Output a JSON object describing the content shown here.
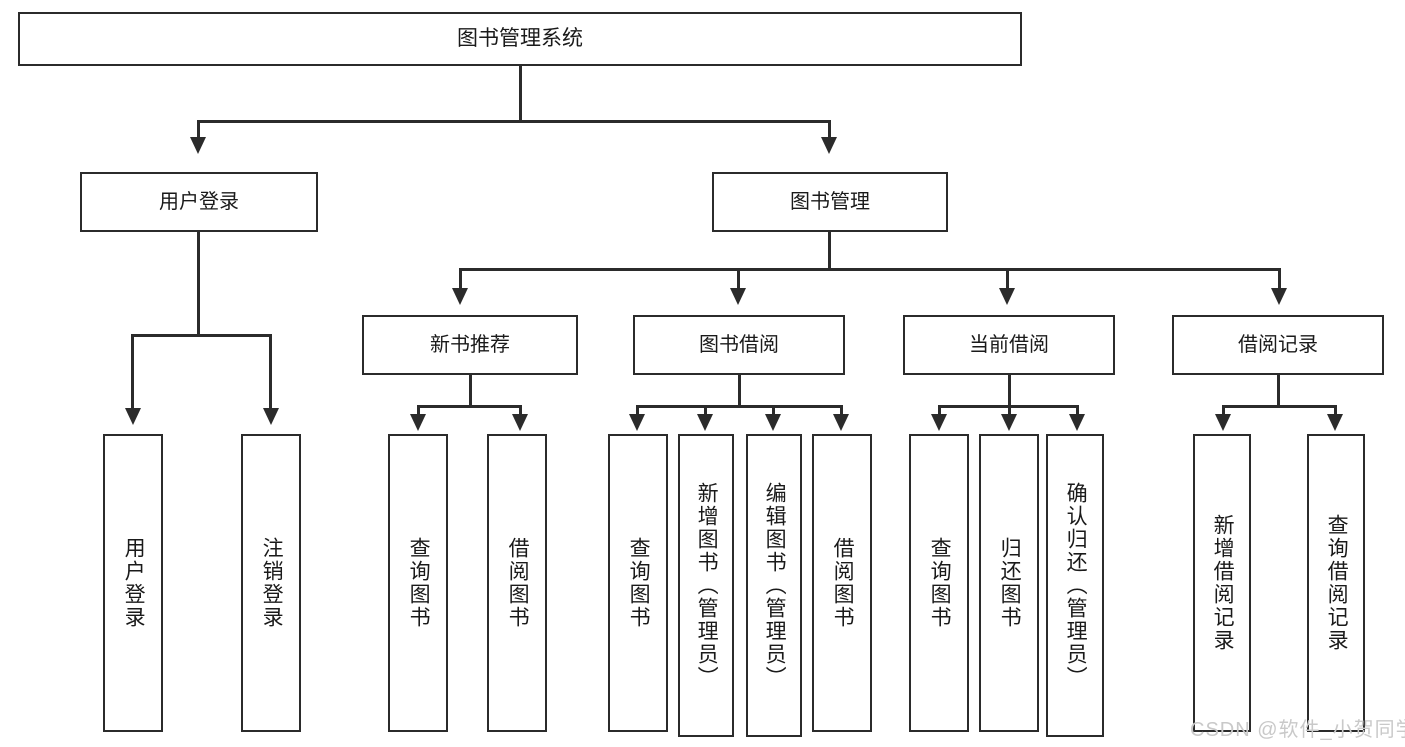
{
  "diagram": {
    "type": "tree-hierarchy-diagram",
    "title": "图书管理系统",
    "root": {
      "label": "图书管理系统"
    },
    "level2": [
      {
        "key": "user_login",
        "label": "用户登录"
      },
      {
        "key": "book_manage",
        "label": "图书管理"
      }
    ],
    "level3": [
      {
        "key": "new_book_rec",
        "label": "新书推荐"
      },
      {
        "key": "book_borrow",
        "label": "图书借阅"
      },
      {
        "key": "current_borrow",
        "label": "当前借阅"
      },
      {
        "key": "borrow_record",
        "label": "借阅记录"
      }
    ],
    "leaves": {
      "user_login": [
        {
          "label": "用户登录"
        },
        {
          "label": "注销登录"
        }
      ],
      "new_book_rec": [
        {
          "label": "查询图书"
        },
        {
          "label": "借阅图书"
        }
      ],
      "book_borrow": [
        {
          "label": "查询图书"
        },
        {
          "label": "新增图书（管理员）"
        },
        {
          "label": "编辑图书（管理员）"
        },
        {
          "label": "借阅图书"
        }
      ],
      "current_borrow": [
        {
          "label": "查询图书"
        },
        {
          "label": "归还图书"
        },
        {
          "label": "确认归还（管理员）"
        }
      ],
      "borrow_record": [
        {
          "label": "新增借阅记录"
        },
        {
          "label": "查询借阅记录"
        }
      ]
    }
  },
  "watermark": {
    "text": "CSDN @软件_小贺同学"
  },
  "colors": {
    "stroke": "#2b2b2b",
    "fill": "#ffffff",
    "text": "#1a1a1a",
    "watermark": "#c9c9c9"
  }
}
